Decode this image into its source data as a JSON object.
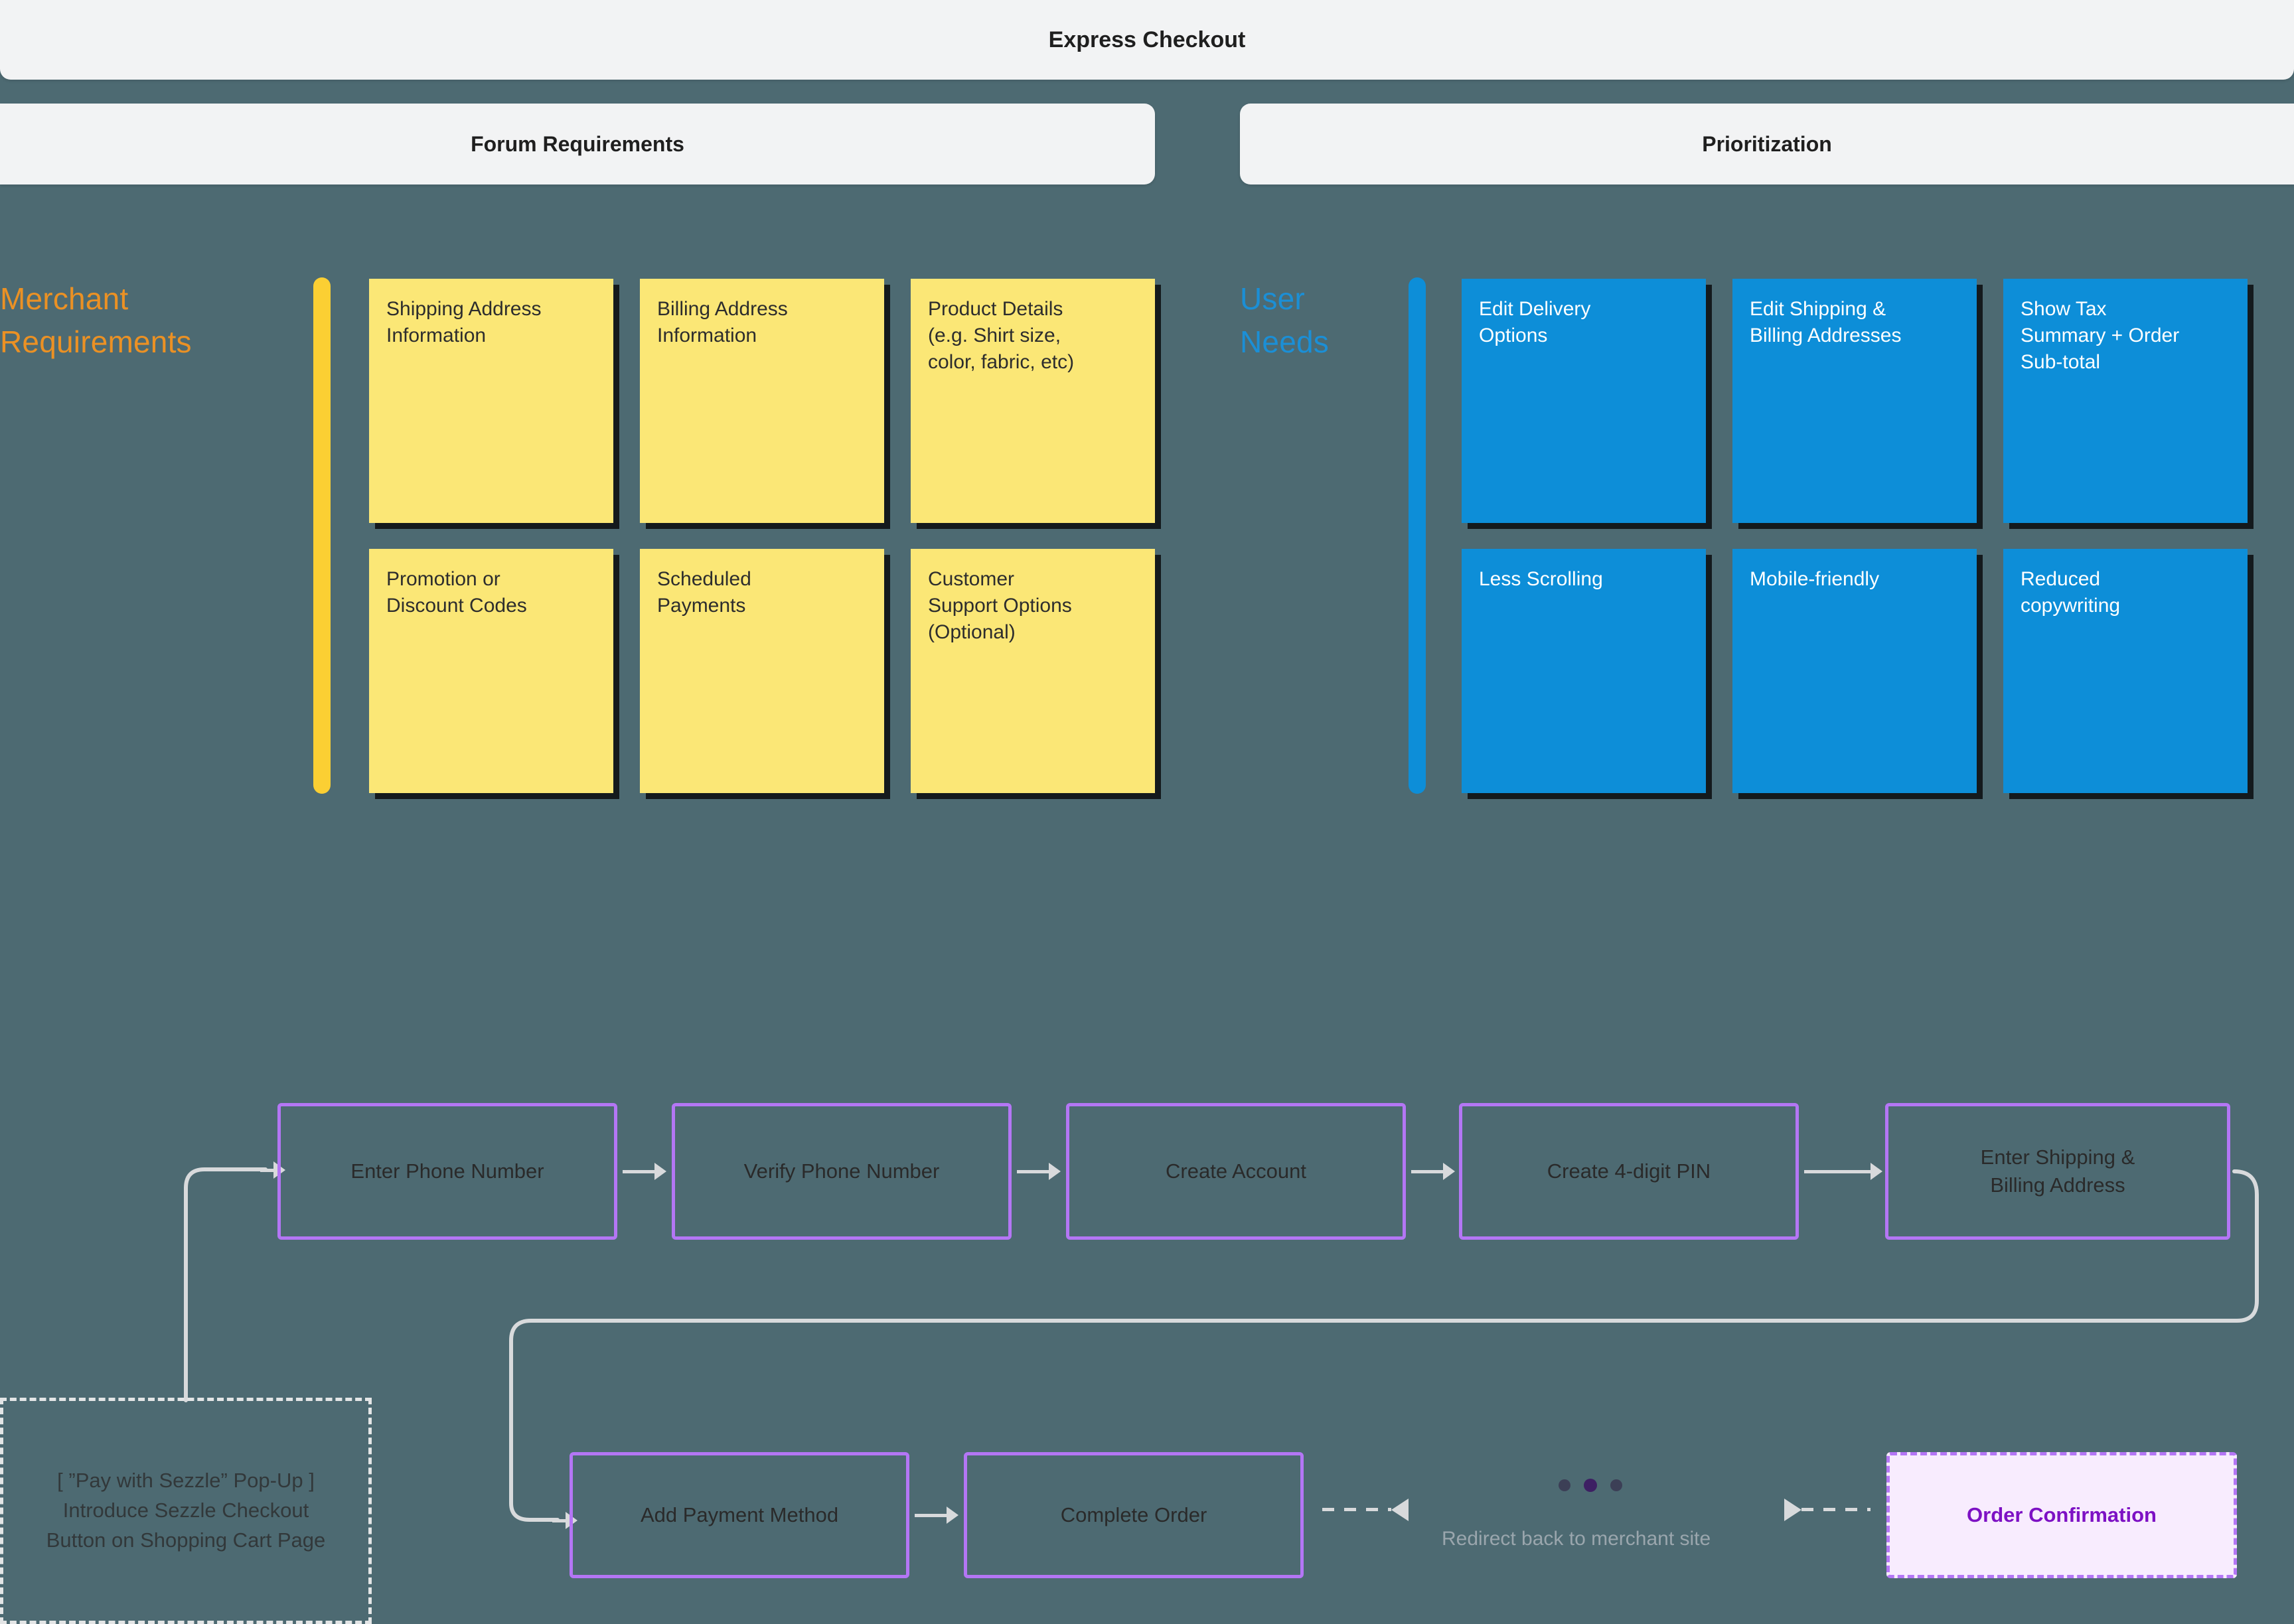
{
  "header": {
    "main_title": "Express Checkout",
    "left_banner": "Forum Requirements",
    "right_banner": "Prioritization"
  },
  "merchant_section": {
    "title": "Merchant\nRequirements",
    "accent_color": "#fbcf33",
    "title_color": "#eb9124",
    "notes": [
      {
        "text": "Shipping Address\nInformation"
      },
      {
        "text": "Billing Address\nInformation"
      },
      {
        "text": "Product Details\n(e.g. Shirt size,\ncolor, fabric, etc)"
      },
      {
        "text": "Promotion or\nDiscount Codes"
      },
      {
        "text": "Scheduled\nPayments"
      },
      {
        "text": "Customer\nSupport Options\n(Optional)"
      }
    ]
  },
  "user_section": {
    "title": "User\nNeeds",
    "accent_color": "#0d8ed8",
    "title_color": "#1b8fd6",
    "notes": [
      {
        "text": "Edit Delivery\nOptions"
      },
      {
        "text": "Edit Shipping &\nBilling Addresses"
      },
      {
        "text": "Show Tax\nSummary + Order\nSub-total"
      },
      {
        "text": "Less Scrolling"
      },
      {
        "text": "Mobile-friendly"
      },
      {
        "text": "Reduced\ncopywriting"
      }
    ]
  },
  "flow": {
    "entry_note": "[ ”Pay with Sezzle” Pop-Up ]\nIntroduce Sezzle Checkout\nButton on Shopping Cart Page",
    "steps_row1": [
      {
        "label": "Enter Phone Number"
      },
      {
        "label": "Verify Phone Number"
      },
      {
        "label": "Create Account"
      },
      {
        "label": "Create 4-digit PIN"
      },
      {
        "label": "Enter Shipping &\nBilling Address"
      }
    ],
    "steps_row2": [
      {
        "label": "Add Payment Method"
      },
      {
        "label": "Complete Order"
      }
    ],
    "redirect_label": "Redirect back to merchant site",
    "confirmation": "Order Confirmation",
    "step_border_color": "#b476f5",
    "confirmation_bg": "#f8ecfe",
    "confirmation_text_color": "#7d11c4",
    "dot_count": 3,
    "dot_active_index": 1
  }
}
